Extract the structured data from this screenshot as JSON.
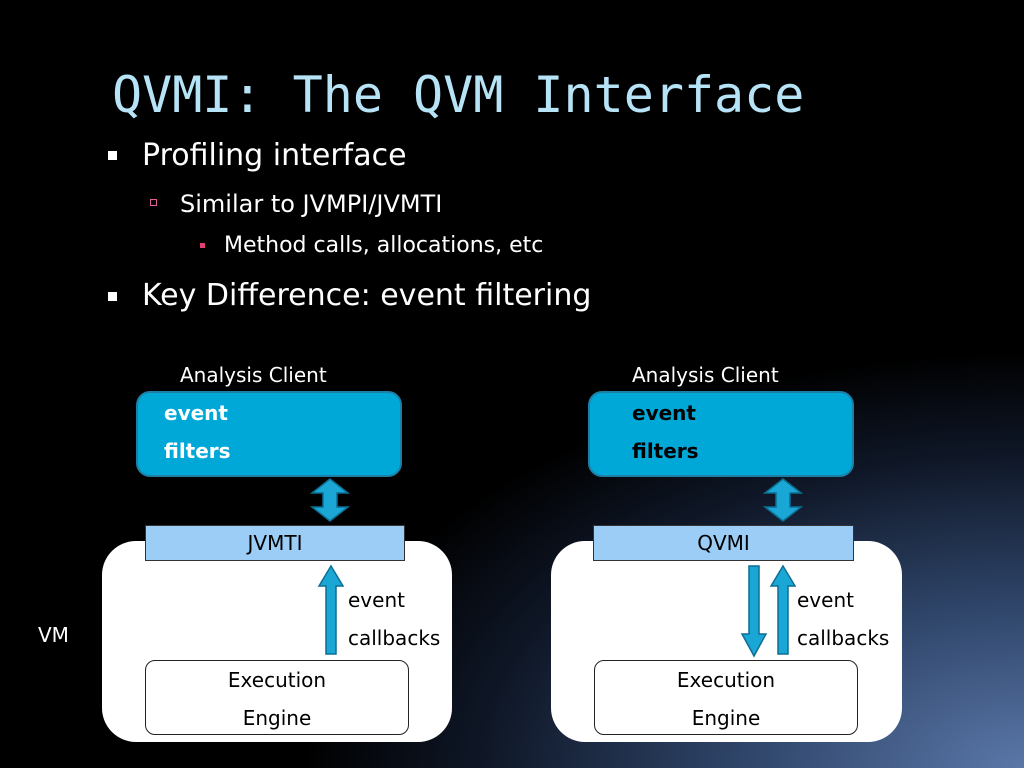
{
  "slide": {
    "title": "QVMI: The QVM Interface",
    "bullets": [
      {
        "text": "Profiling interface",
        "level": 1
      },
      {
        "text": "Similar to JVMPI/JVMTI",
        "level": 2
      },
      {
        "text": "Method calls, allocations, etc",
        "level": 3
      },
      {
        "text": "Key Difference:  event filtering",
        "level": 1
      }
    ]
  },
  "diagram": {
    "vm_label": "VM",
    "left": {
      "client_label": "Analysis Client",
      "client_line1": "event",
      "client_line2": "filters",
      "interface_label": "JVMTI",
      "callback_line1": "event",
      "callback_line2": "callbacks",
      "engine_line1": "Execution",
      "engine_line2": "Engine"
    },
    "right": {
      "client_label": "Analysis Client",
      "client_line1": "event",
      "client_line2": "filters",
      "interface_label": "QVMI",
      "callback_line1": "event",
      "callback_line2": "callbacks",
      "engine_line1": "Execution",
      "engine_line2": "Engine"
    }
  },
  "colors": {
    "title": "#b7e3f7",
    "client_fill": "#00a8d8",
    "interface_fill": "#9ccdf6",
    "arrow_fill": "#1aa7d6"
  }
}
